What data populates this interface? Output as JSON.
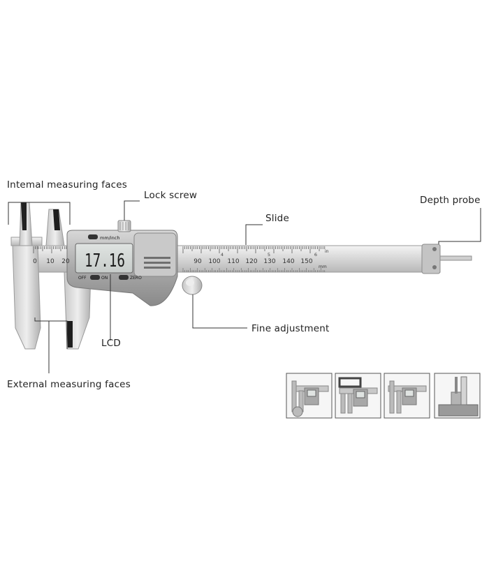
{
  "labels": {
    "internal_faces": "Intemal measuring faces",
    "lock_screw": "Lock screw",
    "slide": "Slide",
    "depth_probe": "Depth probe",
    "lcd": "LCD",
    "fine_adjustment": "Fine adjustment",
    "external_faces": "External measuring faces"
  },
  "caliper": {
    "display_value": "17.16",
    "mode_button": "mm/inch",
    "off_label": "OFF",
    "on_label": "ON",
    "zero_label": "ZERO",
    "scale_main": [
      "0",
      "10",
      "20"
    ],
    "scale_beam": [
      "90",
      "100",
      "110",
      "120",
      "130",
      "140",
      "150"
    ],
    "inch_marks": [
      "4",
      "5",
      "6"
    ],
    "inch_unit": "in",
    "mm_unit": "mm"
  },
  "thumbnails": [
    {
      "name": "external-measurement"
    },
    {
      "name": "internal-measurement"
    },
    {
      "name": "step-measurement"
    },
    {
      "name": "depth-measurement"
    }
  ]
}
